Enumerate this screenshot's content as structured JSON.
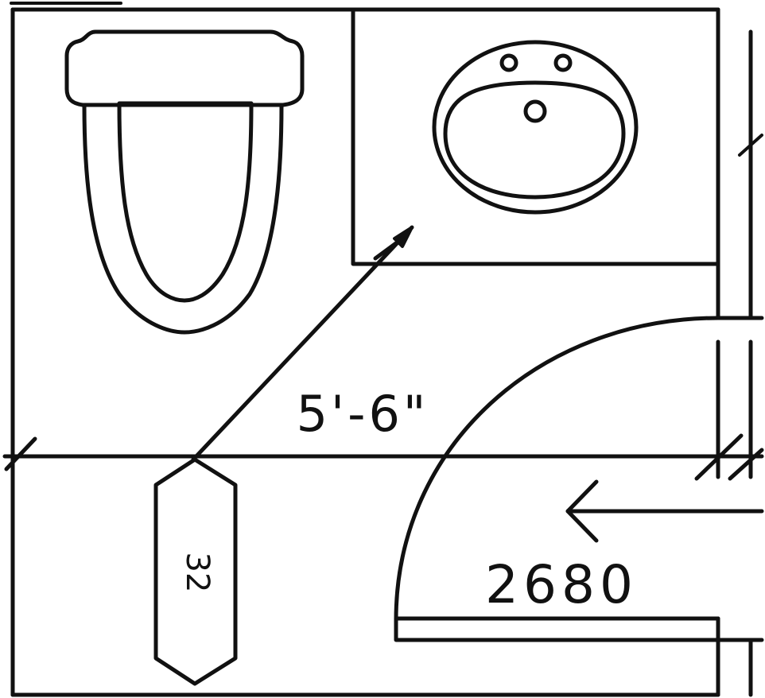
{
  "plan": {
    "dimension_label": "5'-6\"",
    "door_label": "2680",
    "tag_label": "32",
    "fixtures": [
      "toilet-icon",
      "sink-icon"
    ],
    "line_color": "#111111",
    "background": "#ffffff"
  }
}
